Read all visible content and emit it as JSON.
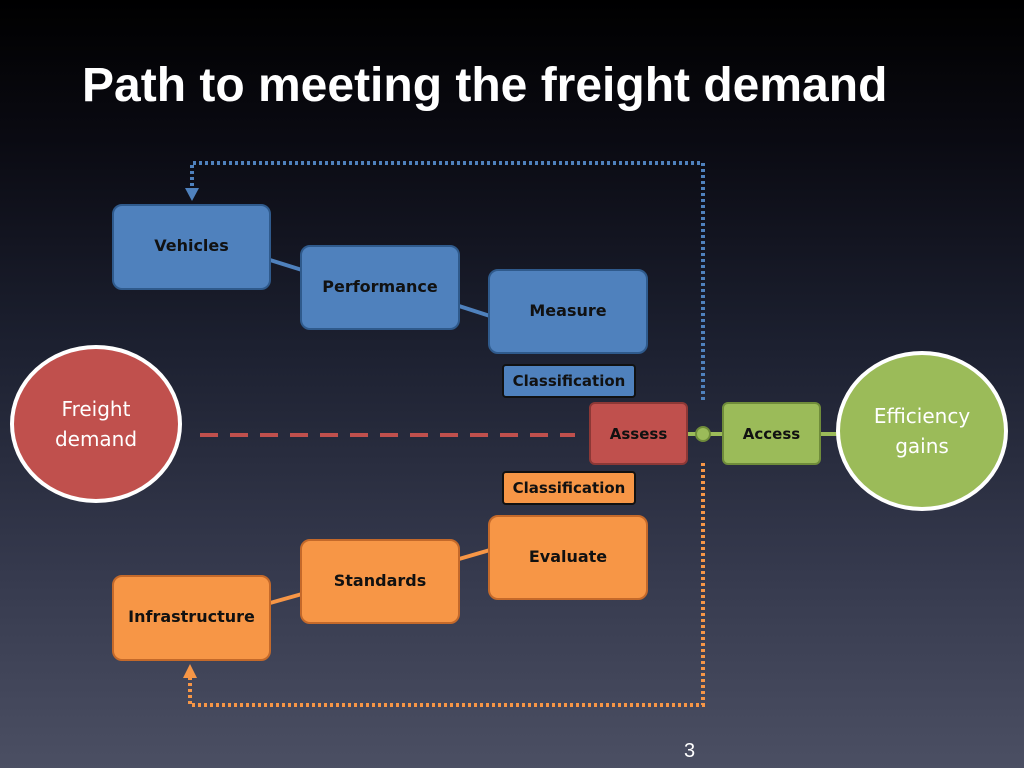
{
  "slide": {
    "title": "Path to meeting the freight demand",
    "page_number": "3"
  },
  "nodes": {
    "vehicles": "Vehicles",
    "performance": "Performance",
    "measure": "Measure",
    "classification_top": "Classification",
    "assess": "Assess",
    "access": "Access",
    "classification_bottom": "Classification",
    "evaluate": "Evaluate",
    "standards": "Standards",
    "infrastructure": "Infrastructure",
    "freight_demand": "Freight\ndemand",
    "efficiency_gains": "Efficiency\ngains"
  },
  "colors": {
    "vehicle_track": "#4f81bd",
    "infrastructure_track": "#f79646",
    "freight_demand": "#c0504d",
    "efficiency_gains": "#9bbb59"
  }
}
